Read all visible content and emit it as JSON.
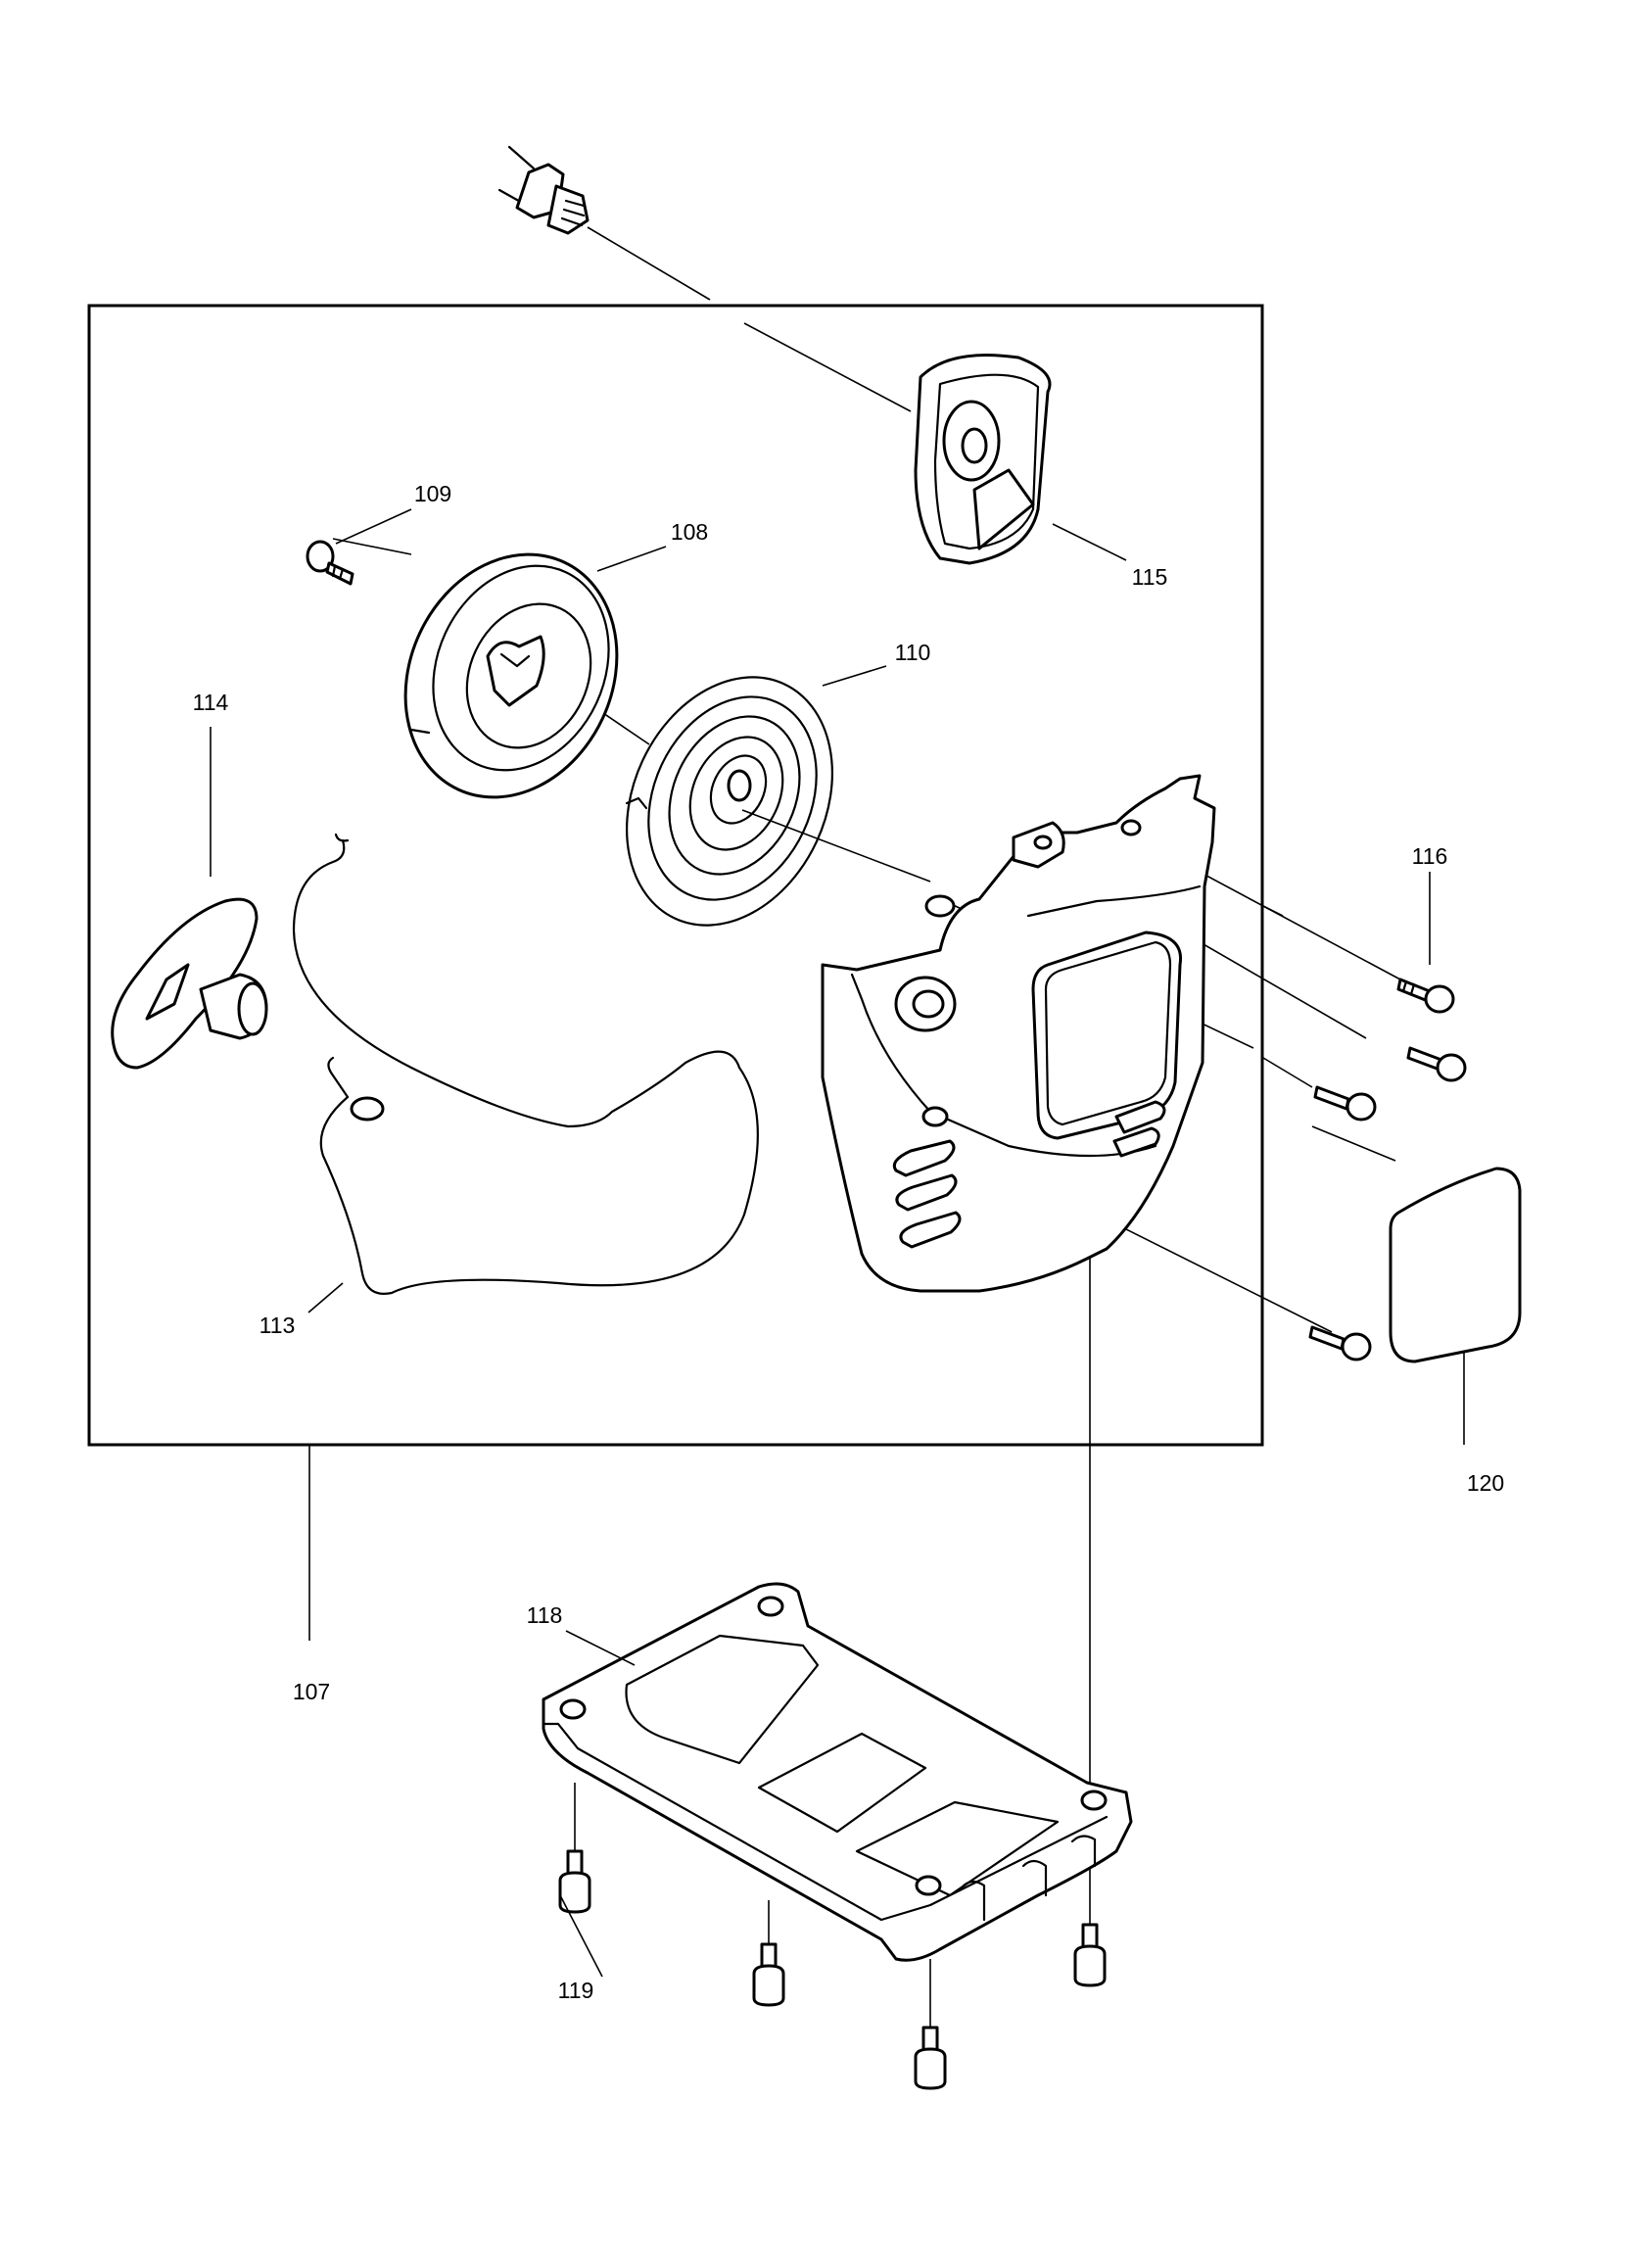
{
  "labels": {
    "p107": "107",
    "p108": "108",
    "p109": "109",
    "p110": "110",
    "p113": "113",
    "p114": "114",
    "p115": "115",
    "p116": "116",
    "p118": "118",
    "p119": "119",
    "p120": "120"
  }
}
